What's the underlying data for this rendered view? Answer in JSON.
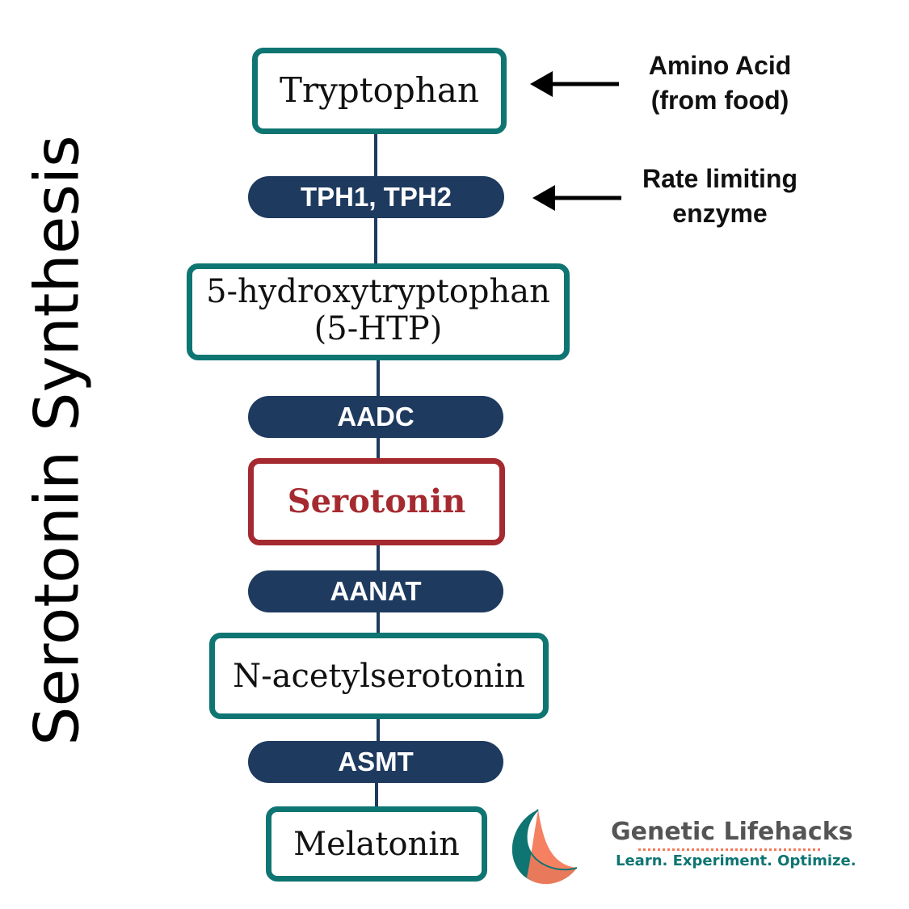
{
  "title": "Serotonin Synthesis",
  "colors": {
    "box_border": "#0e7572",
    "highlight_border": "#a52a30",
    "highlight_text": "#a52a30",
    "enzyme_fill": "#1e3a5f",
    "enzyme_text": "#ffffff",
    "logo_gray": "#555555",
    "logo_teal": "#0e7572",
    "logo_orange": "#f47a5a"
  },
  "pathway": {
    "tryptophan": "Tryptophan",
    "tph": "TPH1, TPH2",
    "htp": "5-hydroxytryptophan\n(5-HTP)",
    "aadc": "AADC",
    "serotonin": "Serotonin",
    "aanat": "AANAT",
    "nacetyl": "N-acetylserotonin",
    "asmt": "ASMT",
    "melatonin": "Melatonin"
  },
  "annotations": {
    "amino_acid": "Amino Acid\n(from food)",
    "rate_limiting": "Rate limiting\nenzyme"
  },
  "logo": {
    "name": "Genetic Lifehacks",
    "tagline": "Learn. Experiment. Optimize.",
    "icon": "crescent-moon-icon"
  }
}
